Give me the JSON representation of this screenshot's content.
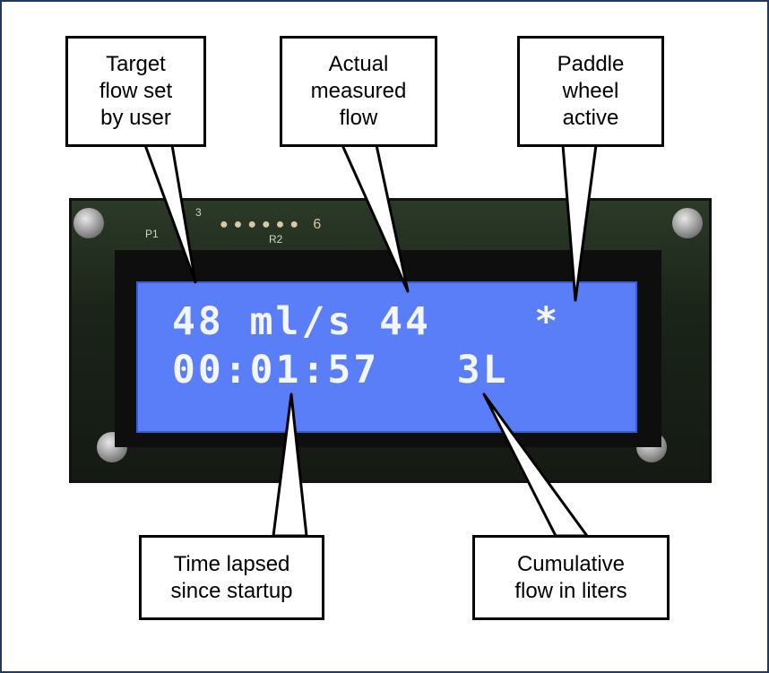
{
  "callouts": {
    "target": [
      "Target",
      "flow set",
      "by user"
    ],
    "actual": [
      "Actual",
      "measured",
      "flow"
    ],
    "paddle": [
      "Paddle",
      "wheel",
      "active"
    ],
    "time": [
      "Time lapsed",
      "since startup"
    ],
    "cumulative": [
      "Cumulative",
      "flow in liters"
    ]
  },
  "lcd": {
    "line1": "48 ml/s 44    *",
    "line2": "00:01:57   3L"
  },
  "board": {
    "pins": "●●●●●● 6",
    "p1": "P1",
    "p2": "R2",
    "j3": "3"
  },
  "colors": {
    "frame": "#1f3864",
    "lcd_bg": "#5a7ef7",
    "lcd_text": "#f4f6ff"
  }
}
